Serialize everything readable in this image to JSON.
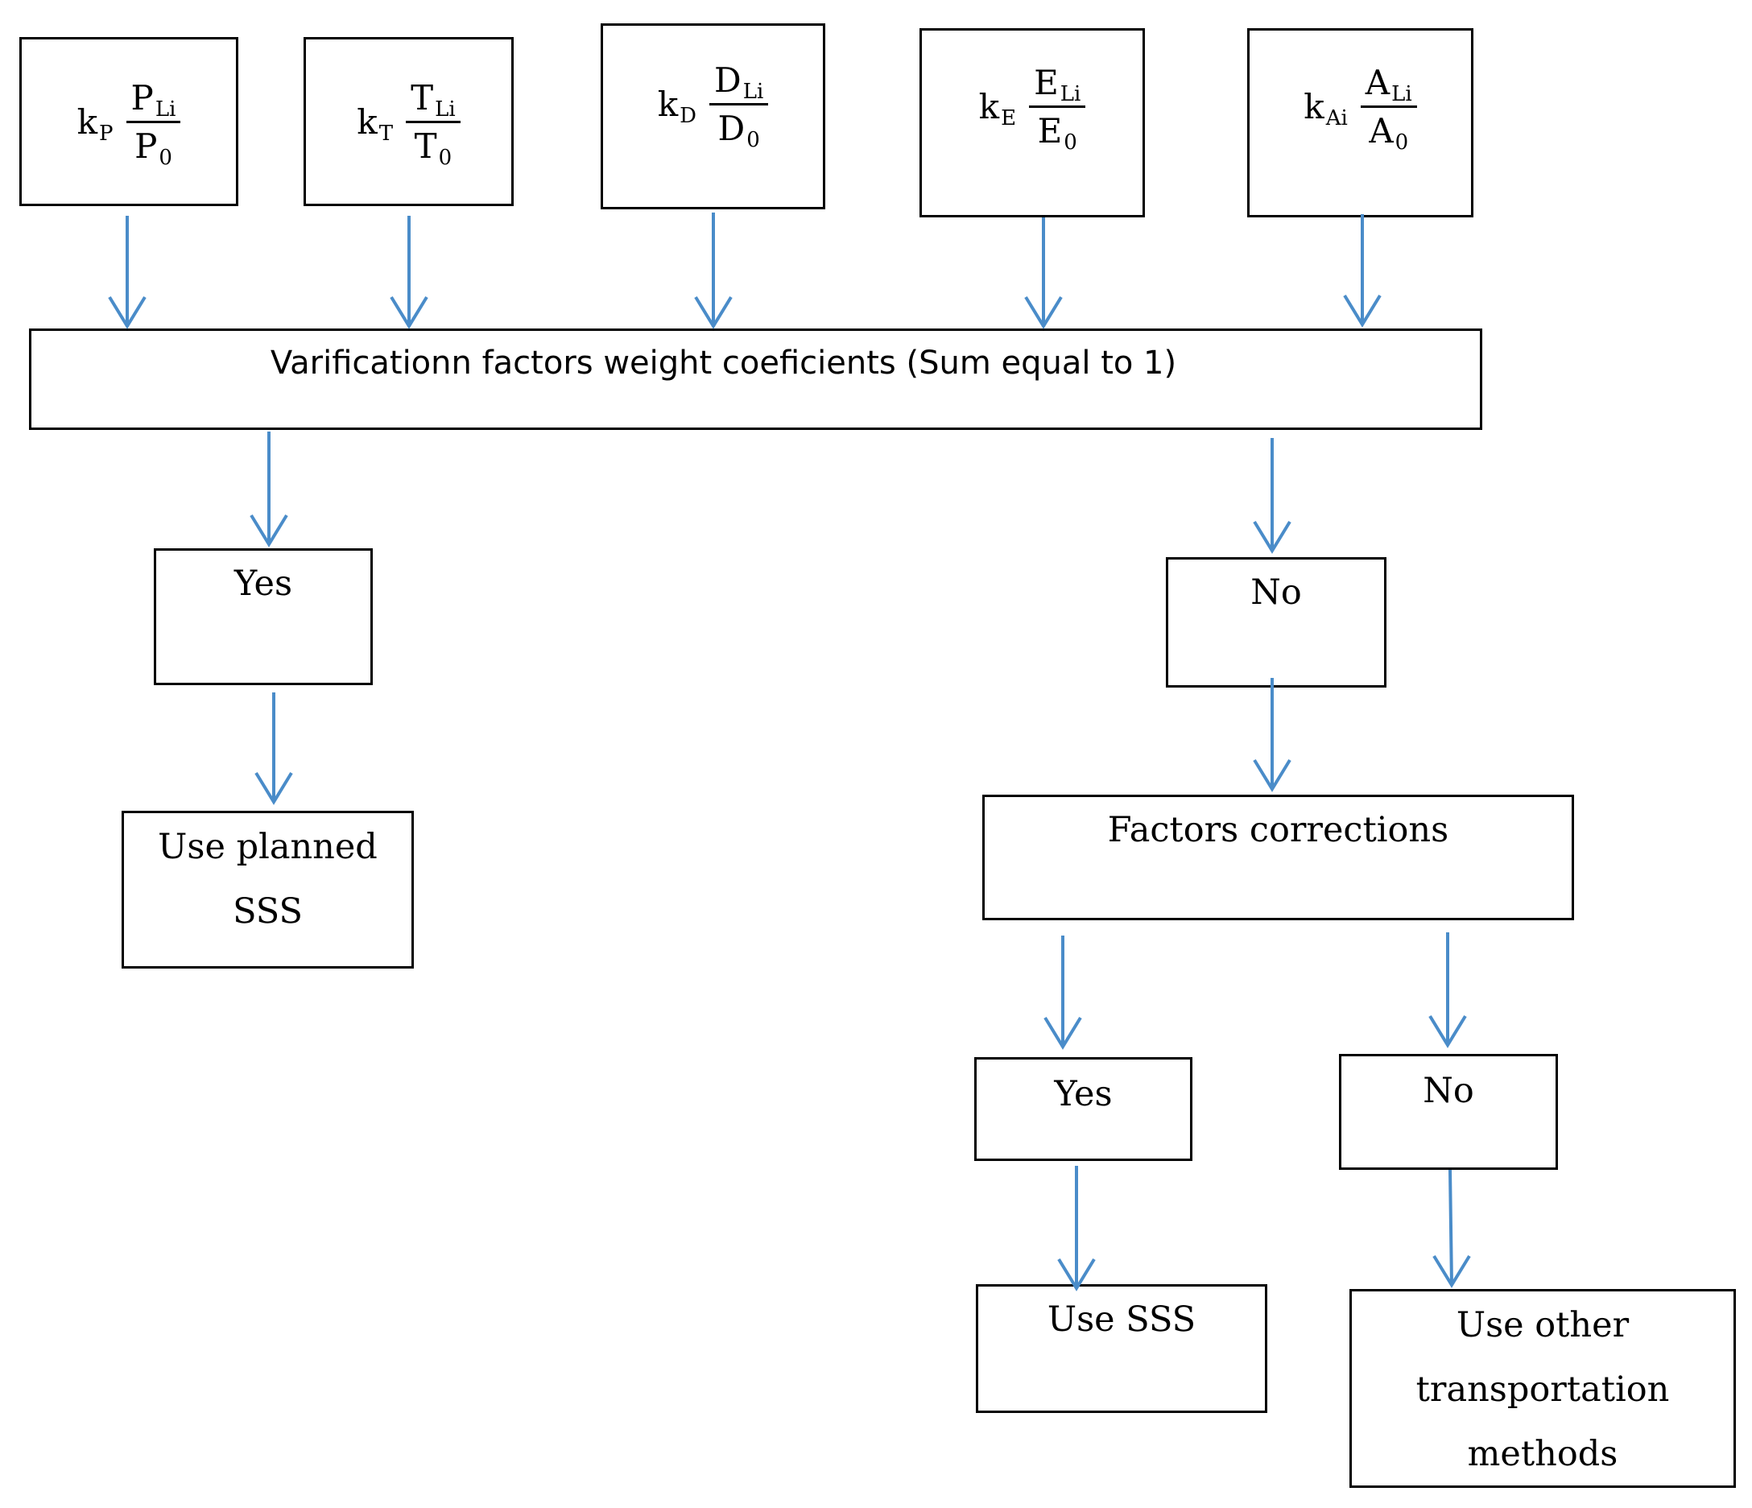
{
  "factors": [
    {
      "k": "k",
      "k_sub": "P",
      "num": "P",
      "num_sub": "Li",
      "den": "P",
      "den_sub": "0"
    },
    {
      "k": "k",
      "k_sub": "T",
      "num": "T",
      "num_sub": "Li",
      "den": "T",
      "den_sub": "0"
    },
    {
      "k": "k",
      "k_sub": "D",
      "num": "D",
      "num_sub": "Li",
      "den": "D",
      "den_sub": "0"
    },
    {
      "k": "k",
      "k_sub": "E",
      "num": "E",
      "num_sub": "Li",
      "den": "E",
      "den_sub": "0"
    },
    {
      "k": "k",
      "k_sub": "Ai",
      "num": "A",
      "num_sub": "Li",
      "den": "A",
      "den_sub": "0"
    }
  ],
  "verification": "Varificationn factors weight coeficients (Sum equal to 1)",
  "yes1": "Yes",
  "no1": "No",
  "use_planned": "Use planned SSS",
  "factors_corrections": "Factors corrections",
  "yes2": "Yes",
  "no2": "No",
  "use_sss": "Use SSS",
  "use_other": "Use other transportation methods",
  "arrow_color": "#4a8cc9"
}
